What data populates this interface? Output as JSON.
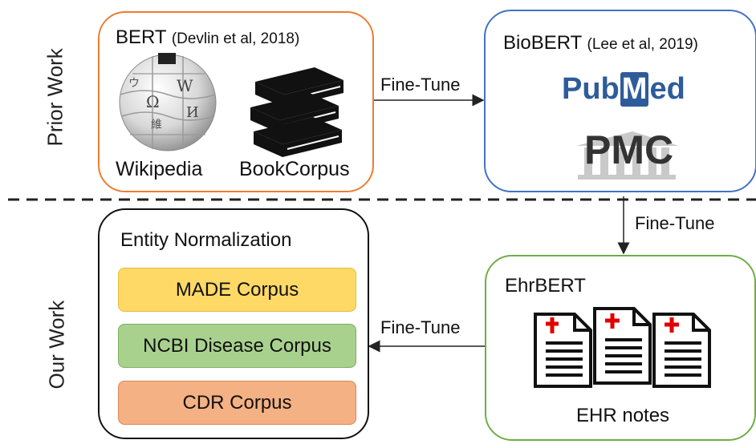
{
  "sections": {
    "prior": "Prior Work",
    "ours": "Our Work"
  },
  "bert": {
    "title": "BERT",
    "citation": "(Devlin et al, 2018)",
    "sources": [
      "Wikipedia",
      "BookCorpus"
    ]
  },
  "biobert": {
    "title": "BioBERT",
    "citation": "(Lee et al, 2019)",
    "logo_pubmed_left": "Pub",
    "logo_pubmed_m": "M",
    "logo_pubmed_right": "ed",
    "logo_pmc": "PMC"
  },
  "ehrbert": {
    "title": "EhrBERT",
    "caption": "EHR notes"
  },
  "entity_norm": {
    "title": "Entity Normalization",
    "corpora": [
      "MADE Corpus",
      "NCBI Disease Corpus",
      "CDR Corpus"
    ]
  },
  "arrows": {
    "bert_to_biobert": "Fine-Tune",
    "biobert_to_ehrbert": "Fine-Tune",
    "ehrbert_to_entity": "Fine-Tune"
  },
  "colors": {
    "bert_border": "#ED7D31",
    "biobert_border": "#4472C4",
    "ehrbert_border": "#70AD47",
    "entity_border": "#111111",
    "made_fill": "#FFD966",
    "ncbi_fill": "#A9D18E",
    "cdr_fill": "#F4B183",
    "pubmed_blue": "#2E5C9A"
  }
}
